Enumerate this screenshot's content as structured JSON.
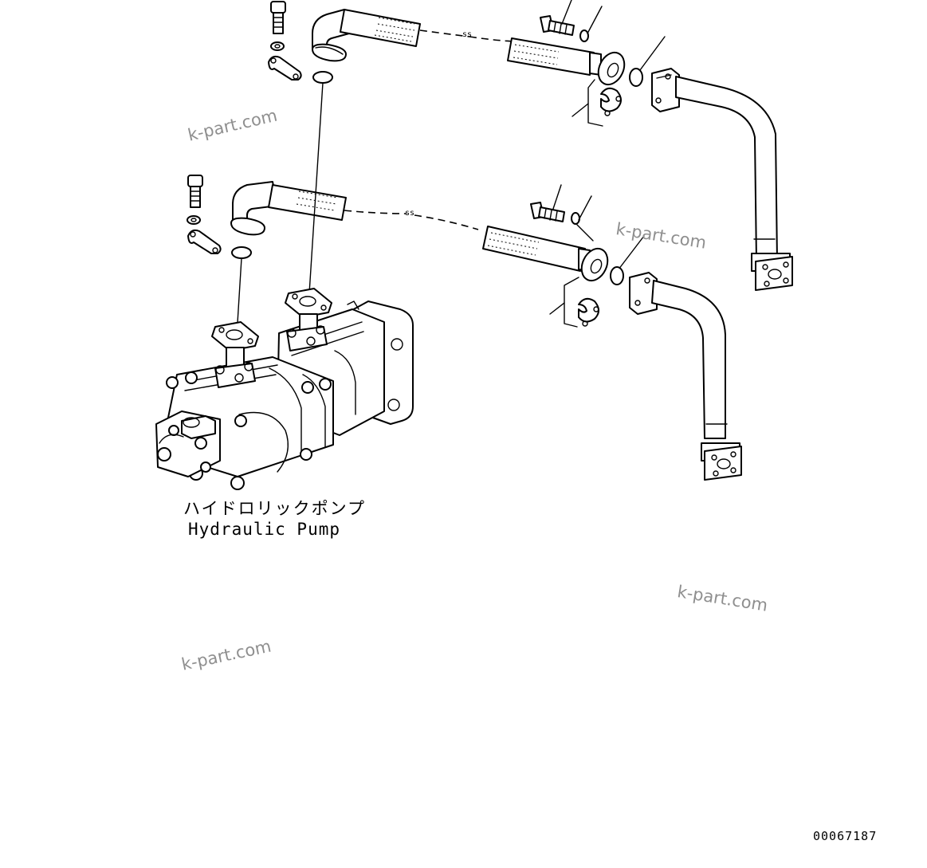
{
  "diagram": {
    "pump_label_ja": "ハイドロリックポンプ",
    "pump_label_en": "Hydraulic Pump",
    "figure_number": "00067187",
    "watermarks": [
      "k-part.com",
      "k-part.com",
      "k-part.com",
      "k-part.com"
    ]
  }
}
